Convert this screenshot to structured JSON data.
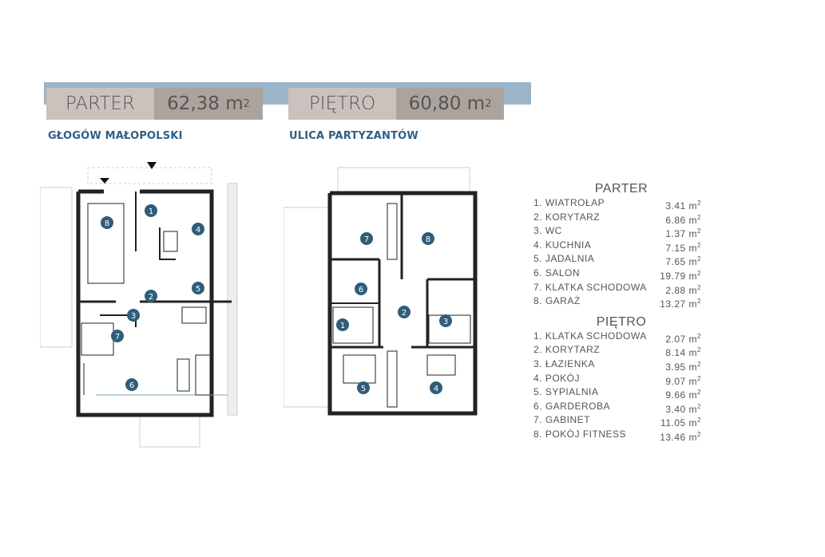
{
  "headers": [
    {
      "floor": "PARTER",
      "area": "62,38",
      "unit": "m",
      "exp": "2",
      "subtitle": "GŁOGÓW MAŁOPOLSKI"
    },
    {
      "floor": "PIĘTRO",
      "area": "60,80",
      "unit": "m",
      "exp": "2",
      "subtitle": "ULICA PARTYZANTÓW"
    }
  ],
  "plan_markers": {
    "parter": [
      "1",
      "2",
      "3",
      "4",
      "5",
      "6",
      "7",
      "8"
    ],
    "pietro": [
      "1",
      "2",
      "3",
      "4",
      "5",
      "6",
      "7",
      "8"
    ]
  },
  "legend": {
    "parter": {
      "title": "PARTER",
      "rooms": [
        {
          "name": "1. WIATROŁAP",
          "area": "3.41 m",
          "exp": "2"
        },
        {
          "name": "2. KORYTARZ",
          "area": "6.86 m",
          "exp": "2"
        },
        {
          "name": "3. WC",
          "area": "1.37 m",
          "exp": "2"
        },
        {
          "name": "4. KUCHNIA",
          "area": "7.15 m",
          "exp": "2"
        },
        {
          "name": "5. JADALNIA",
          "area": "7.65 m",
          "exp": "2"
        },
        {
          "name": "6. SALON",
          "area": "19.79 m",
          "exp": "2"
        },
        {
          "name": "7. KLATKA SCHODOWA",
          "area": "2.88 m",
          "exp": "2"
        },
        {
          "name": "8. GARAŻ",
          "area": "13.27 m",
          "exp": "2"
        }
      ]
    },
    "pietro": {
      "title": "PIĘTRO",
      "rooms": [
        {
          "name": "1. KLATKA SCHODOWA",
          "area": "2.07 m",
          "exp": "2"
        },
        {
          "name": "2. KORYTARZ",
          "area": "8.14 m",
          "exp": "2"
        },
        {
          "name": "3. ŁAZIENKA",
          "area": "3.95 m",
          "exp": "2"
        },
        {
          "name": "4. POKÓJ",
          "area": "9.07 m",
          "exp": "2"
        },
        {
          "name": "5. SYPIALNIA",
          "area": "9.66 m",
          "exp": "2"
        },
        {
          "name": "6. GARDEROBA",
          "area": "3.40 m",
          "exp": "2"
        },
        {
          "name": "7. GABINET",
          "area": "11.05 m",
          "exp": "2"
        },
        {
          "name": "8. POKÓJ FITNESS",
          "area": "13.46 m",
          "exp": "2"
        }
      ]
    }
  },
  "colors": {
    "band": "#9cb4c8",
    "marker": "#2f5d7a",
    "subtitle": "#2f5f86"
  }
}
